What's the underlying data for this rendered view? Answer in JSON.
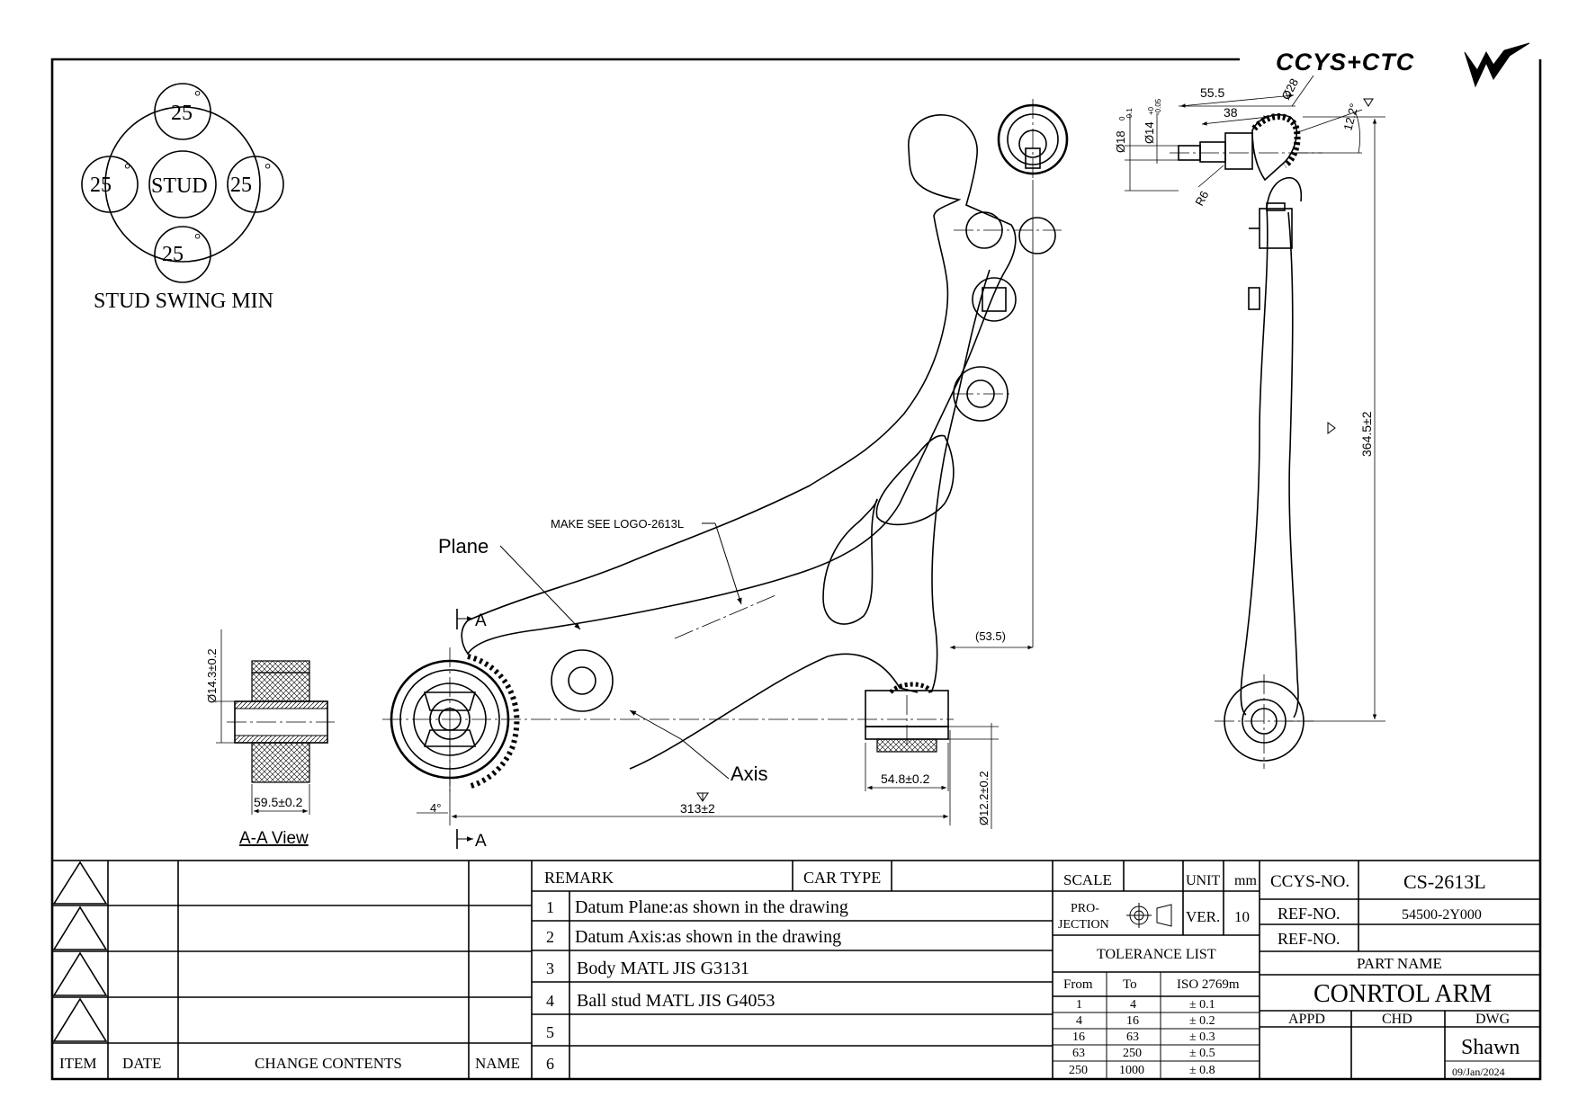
{
  "logo": {
    "text": "CCYS+CTC"
  },
  "stud_swing": {
    "values": [
      "25",
      "25",
      "25",
      "25"
    ],
    "degree_symbol": "°",
    "center": "STUD",
    "caption": "STUD SWING MIN"
  },
  "callouts": {
    "plane": "Plane",
    "axis": "Axis",
    "make_logo": "MAKE SEE LOGO-2613L",
    "section_a": "A"
  },
  "dimensions": {
    "overall_length": "313±2",
    "bushing_width": "54.8±0.2",
    "bushing_bore": "Ø12.2±0.2",
    "offset": "(53.5)",
    "angle": "4°",
    "height": "364.5±2",
    "d55": "55.5",
    "d38": "38",
    "d28": "Ø28",
    "d18": "Ø18",
    "d18_tol_top": "0",
    "d18_tol_bot": "-0.1",
    "d14": "Ø14",
    "d14_tol_top": "+0",
    "d14_tol_bot": "-0.05",
    "r6": "R6",
    "tilt": "12.2°",
    "aa_width": "59.5±0.2",
    "aa_dia": "Ø14.3±0.2",
    "aa_caption": "A-A View"
  },
  "revision_table": {
    "headers": {
      "item": "ITEM",
      "date": "DATE",
      "change": "CHANGE CONTENTS",
      "name": "NAME"
    }
  },
  "remarks": {
    "header": "REMARK",
    "car_type_label": "CAR TYPE",
    "car_type_value": "",
    "rows": [
      {
        "num": "1",
        "text": "Datum Plane:as shown in the drawing"
      },
      {
        "num": "2",
        "text": "Datum Axis:as shown in the drawing"
      },
      {
        "num": "3",
        "text": "Body MATL JIS G3131"
      },
      {
        "num": "4",
        "text": "Ball stud MATL JIS G4053"
      },
      {
        "num": "5",
        "text": ""
      },
      {
        "num": "6",
        "text": ""
      }
    ]
  },
  "specs": {
    "scale_label": "SCALE",
    "scale_value": "",
    "unit_label": "UNIT",
    "unit_value": "mm",
    "projection_label_1": "PRO-",
    "projection_label_2": "JECTION",
    "ver_label": "VER.",
    "ver_value": "10",
    "tolerance_title": "TOLERANCE LIST",
    "tolerance_headers": [
      "From",
      "To",
      "ISO 2769m"
    ],
    "tolerance_rows": [
      [
        "1",
        "4",
        "± 0.1"
      ],
      [
        "4",
        "16",
        "± 0.2"
      ],
      [
        "16",
        "63",
        "± 0.3"
      ],
      [
        "63",
        "250",
        "± 0.5"
      ],
      [
        "250",
        "1000",
        "± 0.8"
      ]
    ]
  },
  "title_block": {
    "ccys_label": "CCYS-NO.",
    "ccys_value": "CS-2613L",
    "ref1_label": "REF-NO.",
    "ref1_value": "54500-2Y000",
    "ref2_label": "REF-NO.",
    "ref2_value": "",
    "part_name_label": "PART NAME",
    "part_name": "CONRTOL ARM",
    "appd": "APPD",
    "chd": "CHD",
    "dwg": "DWG",
    "drawn_by": "Shawn",
    "date": "09/Jan/2024"
  }
}
